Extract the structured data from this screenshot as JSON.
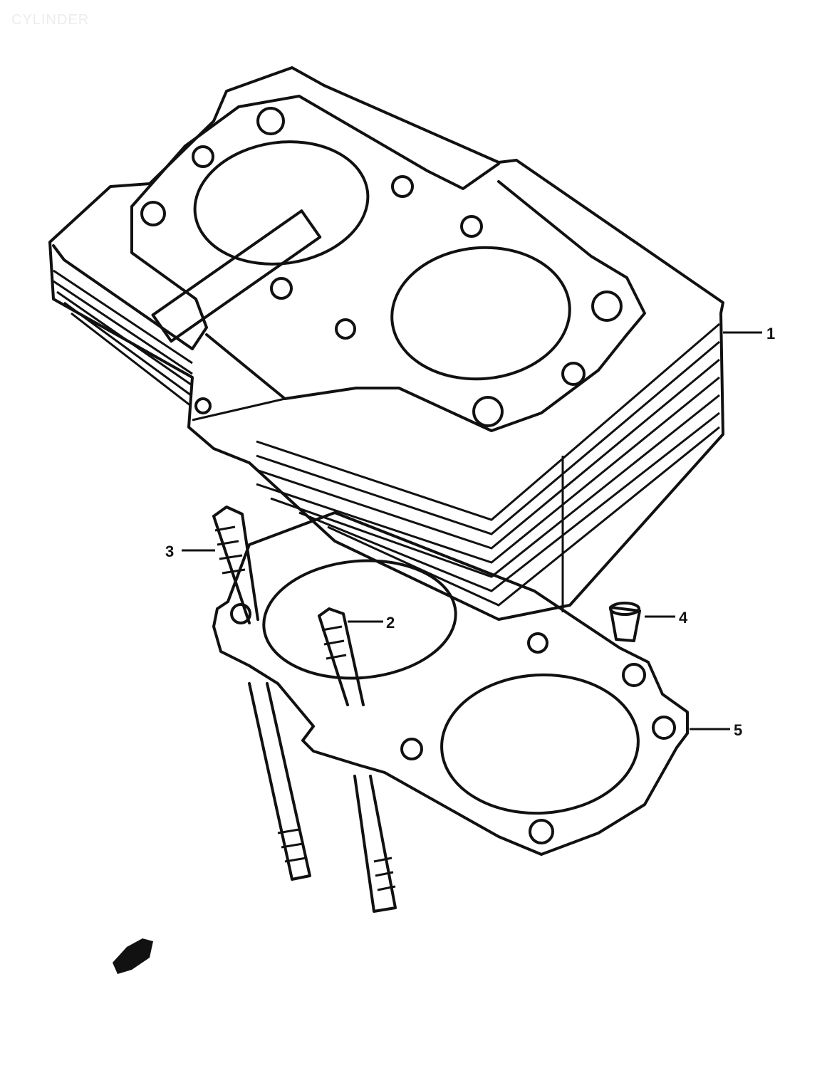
{
  "title": "CYLINDER",
  "callouts": [
    {
      "number": "1",
      "part": "cylinder"
    },
    {
      "number": "2",
      "part": "stud-long"
    },
    {
      "number": "3",
      "part": "stud"
    },
    {
      "number": "4",
      "part": "dowel-pin"
    },
    {
      "number": "5",
      "part": "cylinder-gasket"
    }
  ]
}
